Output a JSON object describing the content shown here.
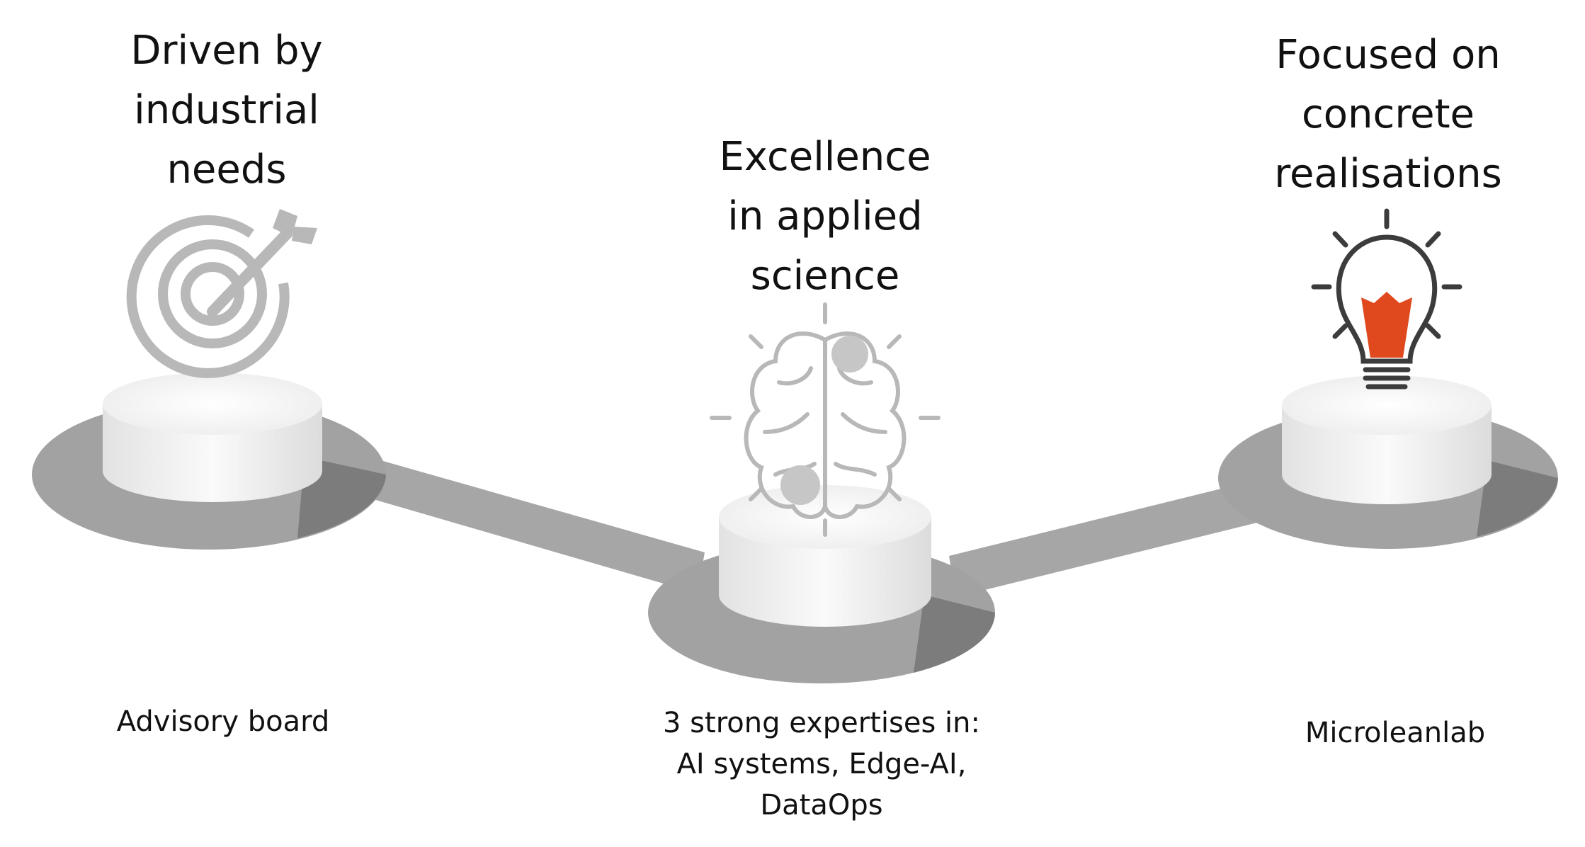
{
  "steps": [
    {
      "headline": [
        "Driven by",
        "industrial",
        "needs"
      ],
      "caption": [
        "Advisory board"
      ],
      "icon": "target-arrow-icon"
    },
    {
      "headline": [
        "Excellence",
        "in applied",
        "science"
      ],
      "caption": [
        "3 strong expertises in:",
        "AI systems, Edge-AI,",
        "DataOps"
      ],
      "icon": "brain-icon"
    },
    {
      "headline": [
        "Focused on",
        "concrete",
        "realisations"
      ],
      "caption": [
        "Microleanlab"
      ],
      "icon": "lightbulb-icon"
    }
  ],
  "colors": {
    "path": "#a6a6a6",
    "base": "#a0a0a0",
    "base_shadow": "#7a7a7a",
    "pedestal_top": "#fbfbfb",
    "pedestal_side": "#e6e6e6",
    "icon_gray": "#b8b8b8",
    "icon_dark": "#3c3c3c",
    "icon_accent": "#e0481e"
  }
}
